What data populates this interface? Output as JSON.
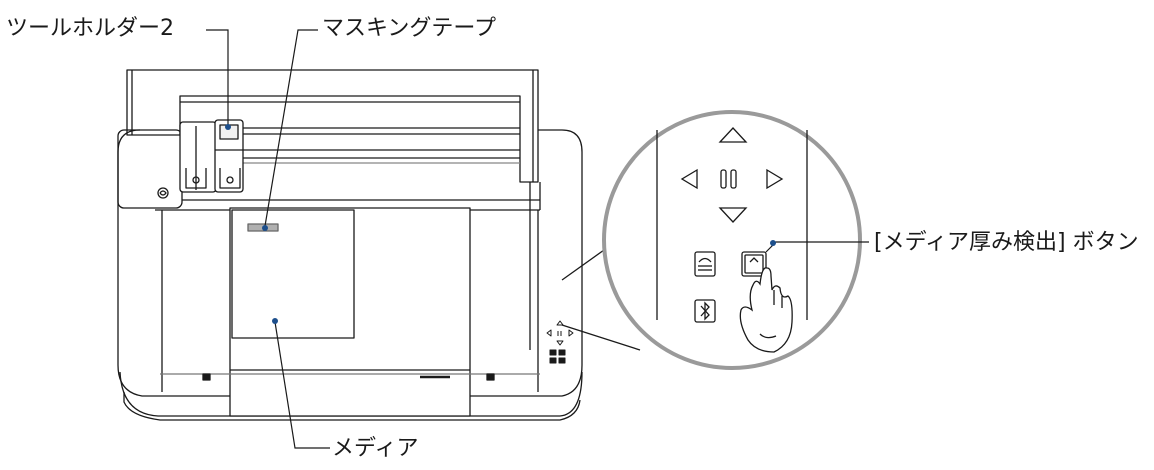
{
  "labels": {
    "tool_holder": "ツールホルダー2",
    "masking_tape": "マスキングテープ",
    "thickness_button": "[メディア厚み検出] ボタン",
    "media": "メディア"
  },
  "colors": {
    "line": "#1a1a1a",
    "callout_dot": "#1d4f8c",
    "device_gray": "#d9d9d9"
  },
  "icons": [
    "up-triangle-icon",
    "down-triangle-icon",
    "left-triangle-icon",
    "right-triangle-icon",
    "pause-icon",
    "cut-mat-icon",
    "media-thickness-icon",
    "bluetooth-icon",
    "finger-pointer-icon"
  ]
}
